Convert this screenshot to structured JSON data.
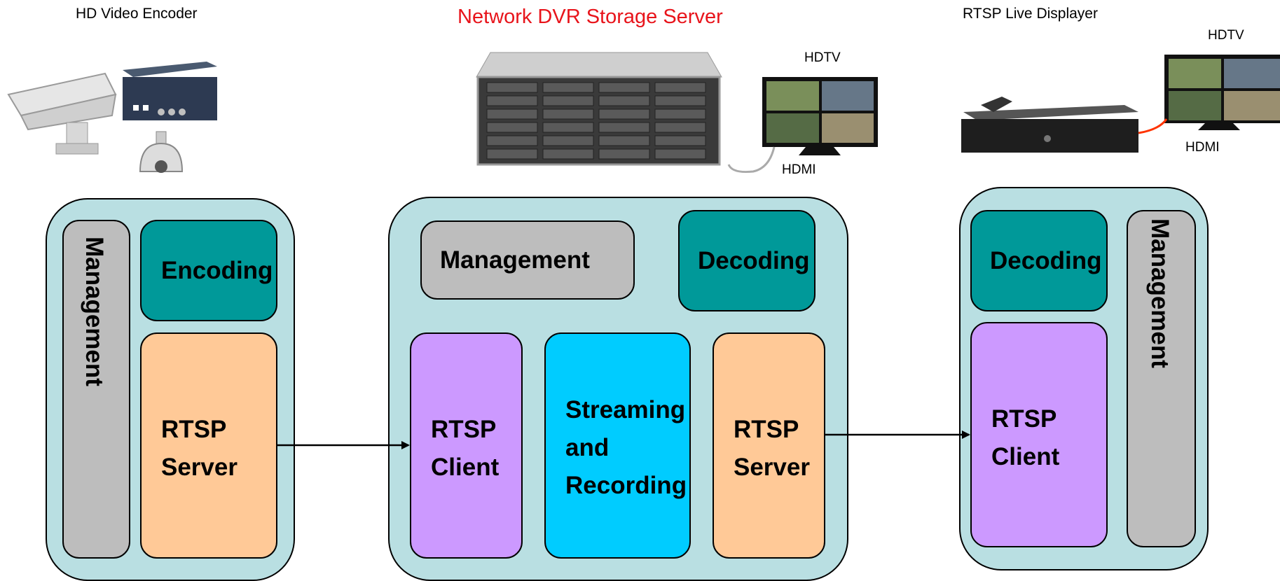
{
  "captions": {
    "encoder": "HD Video Encoder",
    "dvr": "Network DVR Storage Server",
    "displayer": "RTSP Live Displayer",
    "hdtv_dvr": "HDTV",
    "hdmi_dvr": "HDMI",
    "hdtv_display": "HDTV",
    "hdmi_display": "HDMI"
  },
  "encoder": {
    "management": "Management",
    "encoding": "Encoding",
    "rtsp_server": [
      "RTSP",
      "Server"
    ]
  },
  "dvr": {
    "management": "Management",
    "decoding": "Decoding",
    "rtsp_client": [
      "RTSP",
      "Client"
    ],
    "streaming": [
      "Streaming",
      "and",
      "Recording"
    ],
    "rtsp_server": [
      "RTSP",
      "Server"
    ]
  },
  "displayer": {
    "decoding": "Decoding",
    "rtsp_client": [
      "RTSP",
      "Client"
    ],
    "management": "Management"
  },
  "colors": {
    "panel": "#b9dfe2",
    "management": "#bdbdbd",
    "codec": "#009999",
    "server": "#ffc997",
    "client": "#cc99ff",
    "streaming": "#00ccff",
    "title_red": "#e8141b",
    "hdmi_cable_red": "#ff3300"
  }
}
